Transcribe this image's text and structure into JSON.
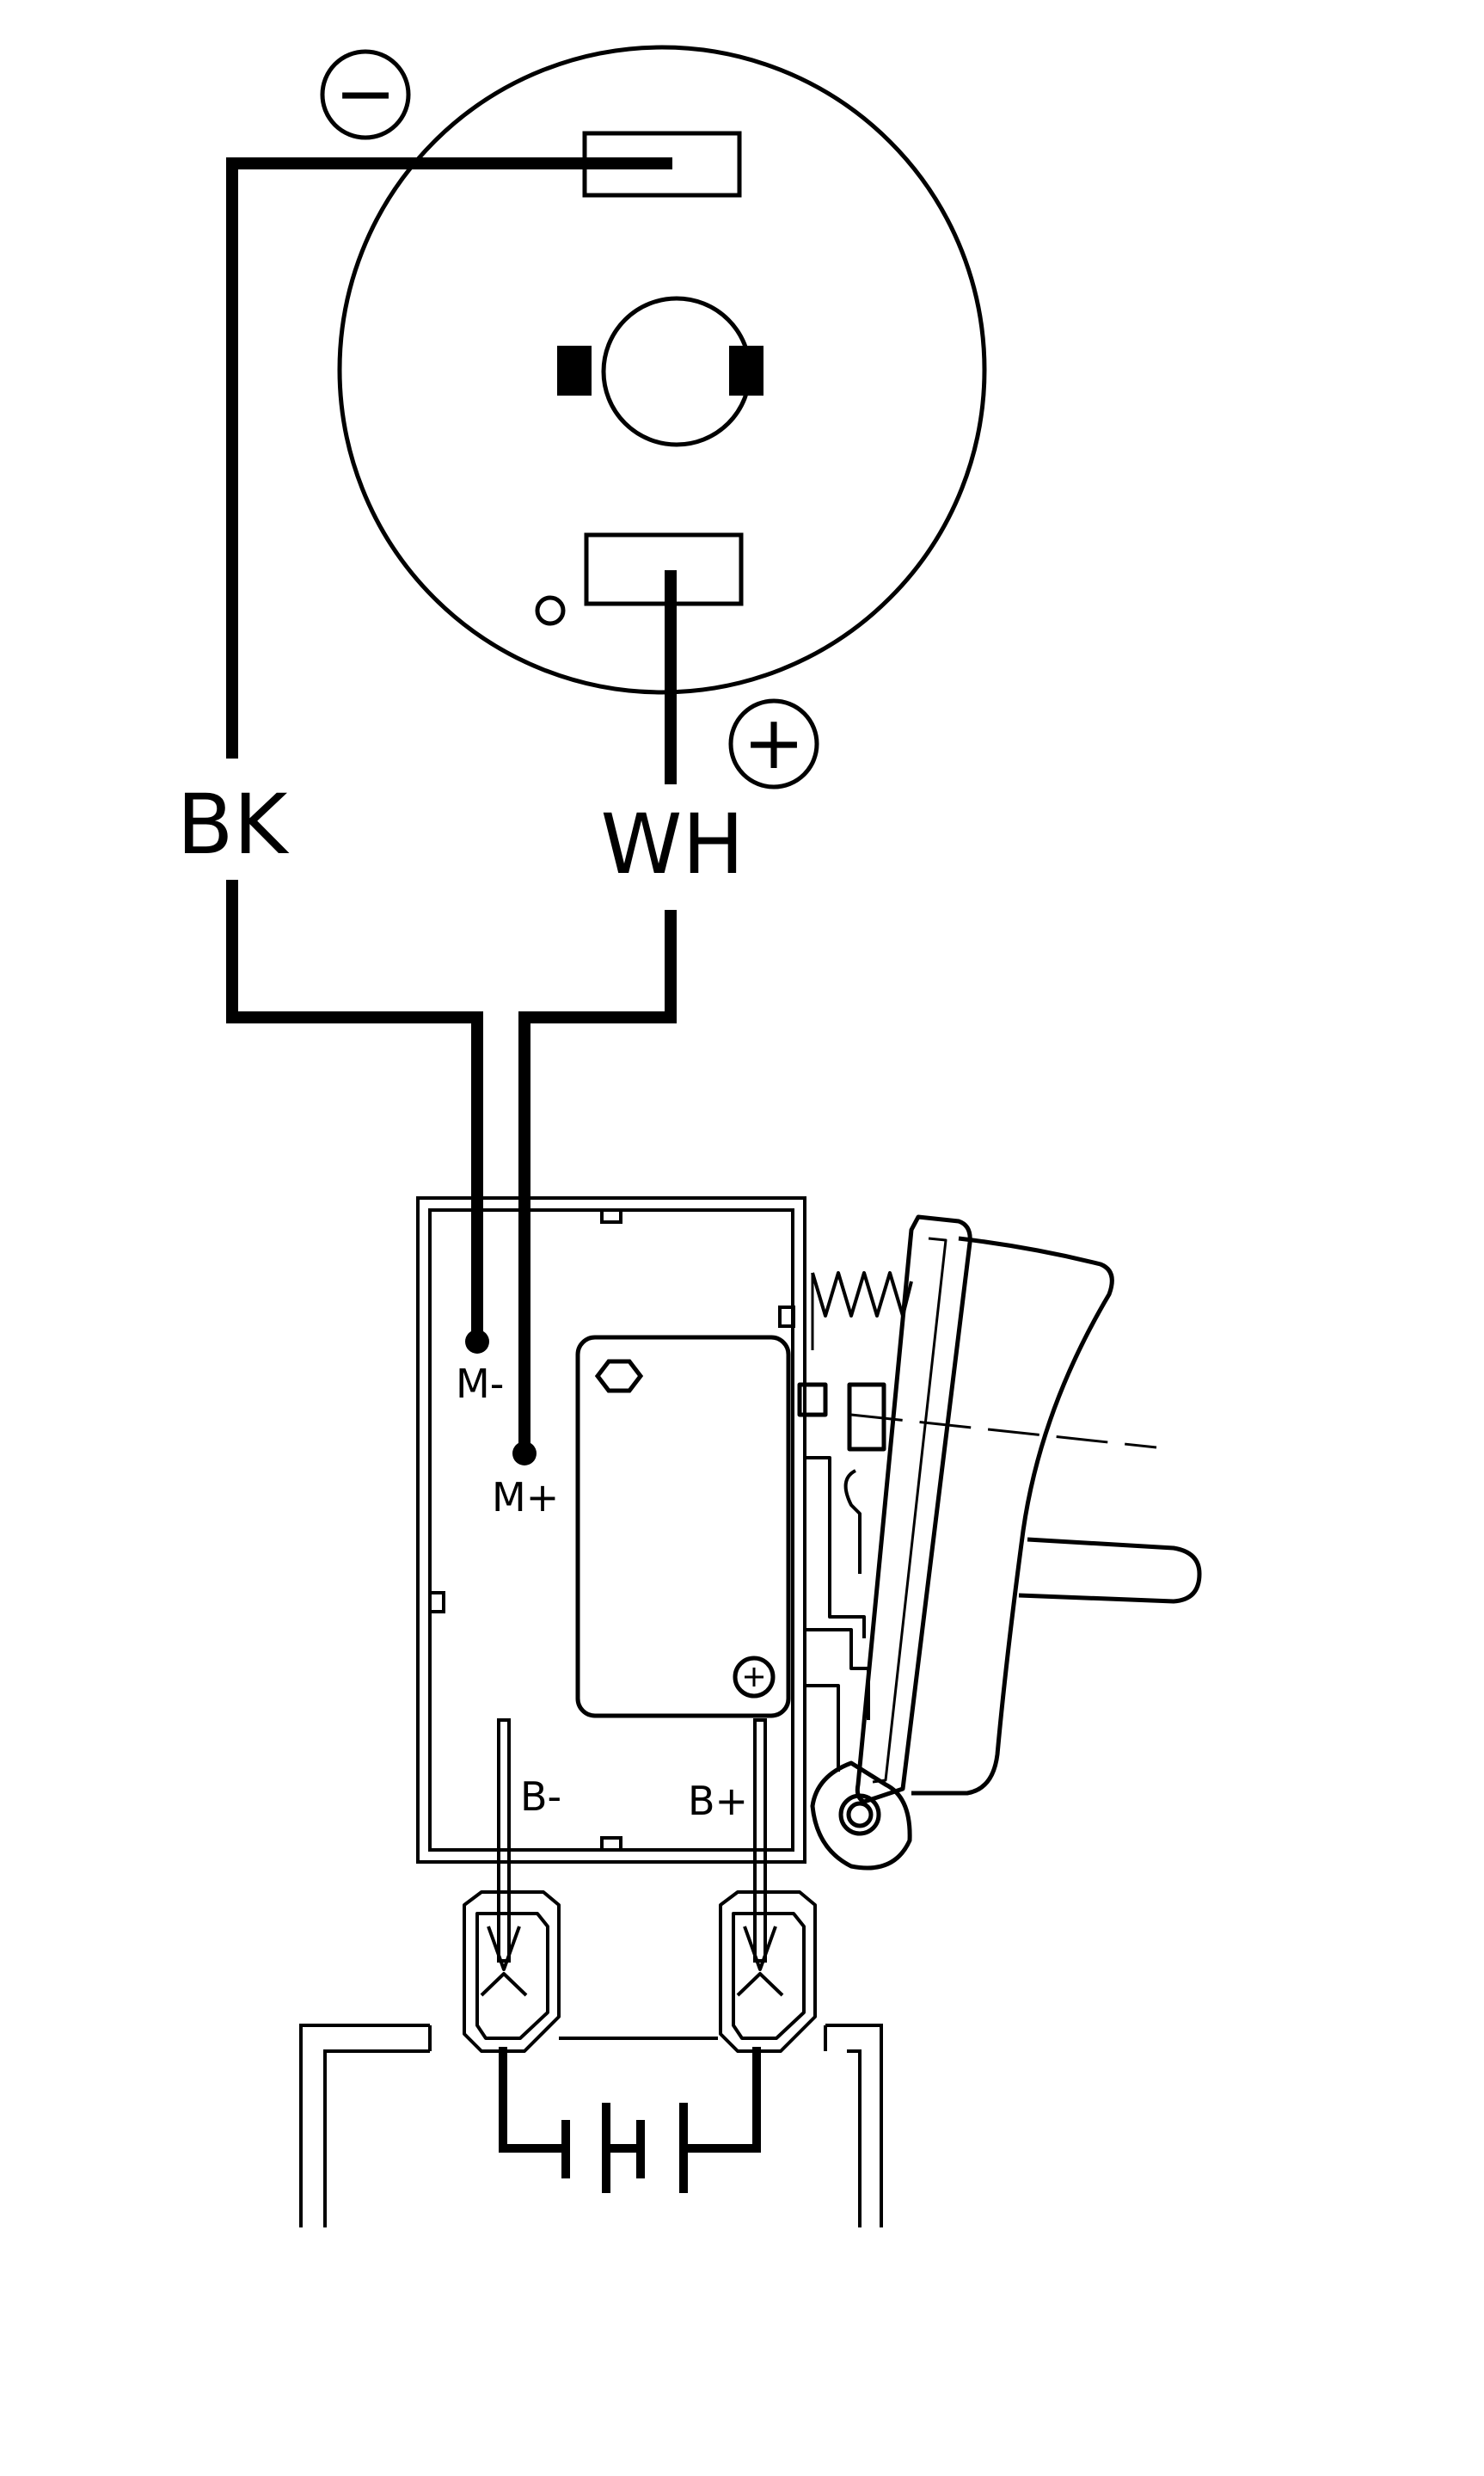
{
  "title": "",
  "colors": {
    "line": "#000000",
    "background": "#ffffff"
  },
  "motor": {
    "negative_symbol": "−",
    "positive_symbol": "+"
  },
  "wires": {
    "black_label": "BK",
    "white_label": "WH"
  },
  "switch": {
    "motor_negative": "M-",
    "motor_positive": "M+",
    "battery_negative": "B-",
    "battery_positive": "B+"
  },
  "battery": {
    "icon": "battery-cells-icon"
  },
  "switch_screw": {
    "icon": "screw-icon"
  }
}
